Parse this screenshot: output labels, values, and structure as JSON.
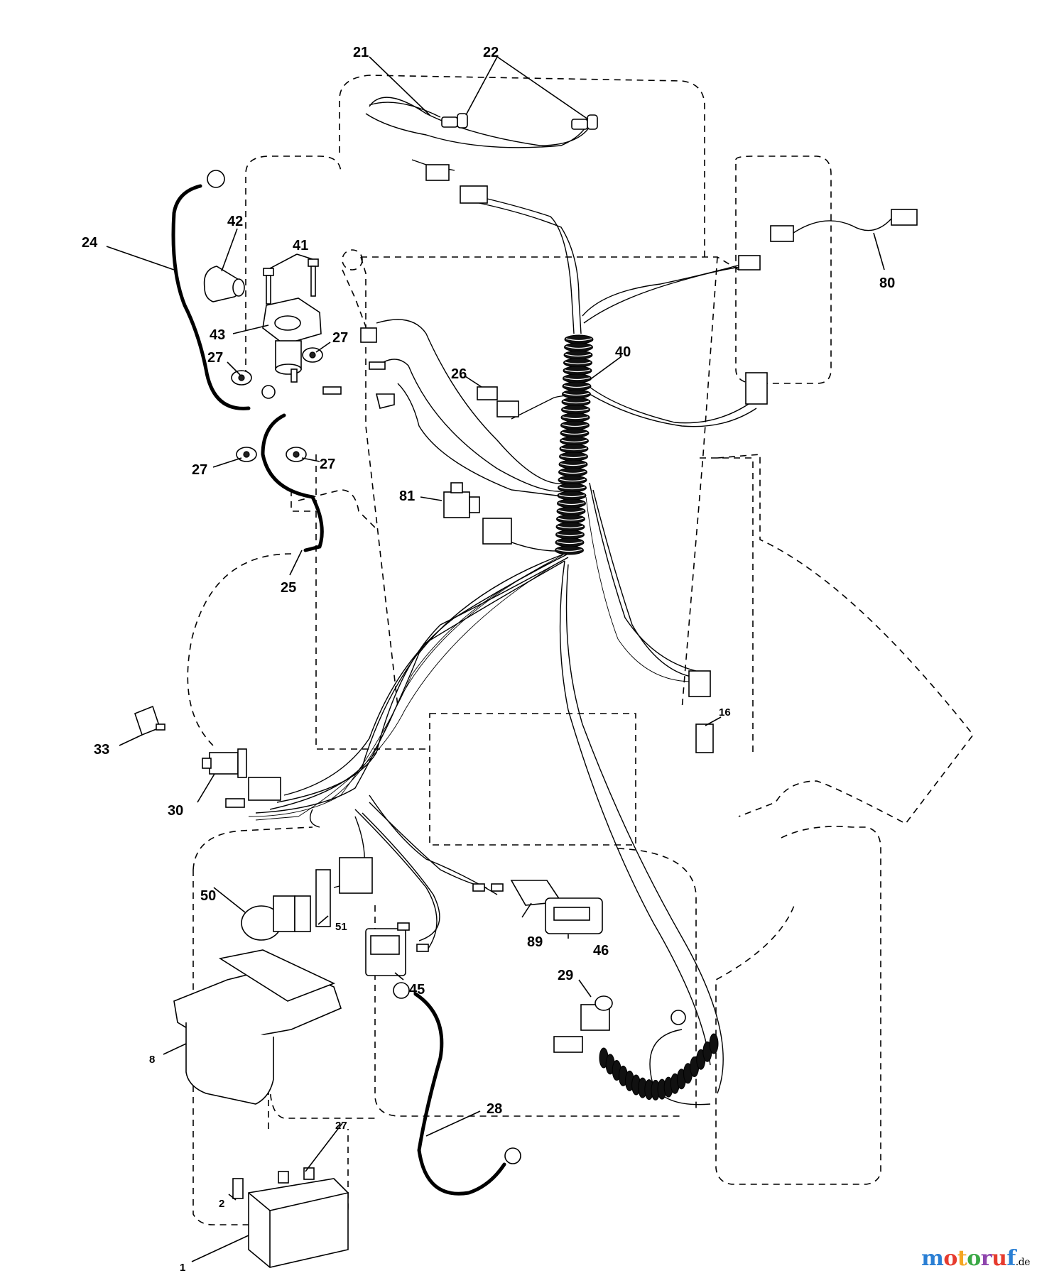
{
  "callouts": [
    {
      "id": "21",
      "label": "21"
    },
    {
      "id": "22",
      "label": "22"
    },
    {
      "id": "24",
      "label": "24"
    },
    {
      "id": "42",
      "label": "42"
    },
    {
      "id": "41",
      "label": "41"
    },
    {
      "id": "43",
      "label": "43"
    },
    {
      "id": "27a",
      "label": "27"
    },
    {
      "id": "27b",
      "label": "27"
    },
    {
      "id": "27c",
      "label": "27"
    },
    {
      "id": "27d",
      "label": "27"
    },
    {
      "id": "27e",
      "label": "27"
    },
    {
      "id": "40",
      "label": "40"
    },
    {
      "id": "26",
      "label": "26"
    },
    {
      "id": "80",
      "label": "80"
    },
    {
      "id": "81",
      "label": "81"
    },
    {
      "id": "25",
      "label": "25"
    },
    {
      "id": "16",
      "label": "16"
    },
    {
      "id": "33",
      "label": "33"
    },
    {
      "id": "30",
      "label": "30"
    },
    {
      "id": "50",
      "label": "50"
    },
    {
      "id": "51",
      "label": "51"
    },
    {
      "id": "89",
      "label": "89"
    },
    {
      "id": "46",
      "label": "46"
    },
    {
      "id": "45",
      "label": "45"
    },
    {
      "id": "29",
      "label": "29"
    },
    {
      "id": "8",
      "label": "8"
    },
    {
      "id": "28",
      "label": "28"
    },
    {
      "id": "2",
      "label": "2"
    },
    {
      "id": "1",
      "label": "1"
    }
  ],
  "watermark": {
    "text": "motoruf",
    "suffix": ".de",
    "colors": [
      "#2a7fd4",
      "#e63b2e",
      "#f5a623",
      "#3aa845",
      "#8e44ad",
      "#e63b2e",
      "#2a7fd4"
    ]
  }
}
